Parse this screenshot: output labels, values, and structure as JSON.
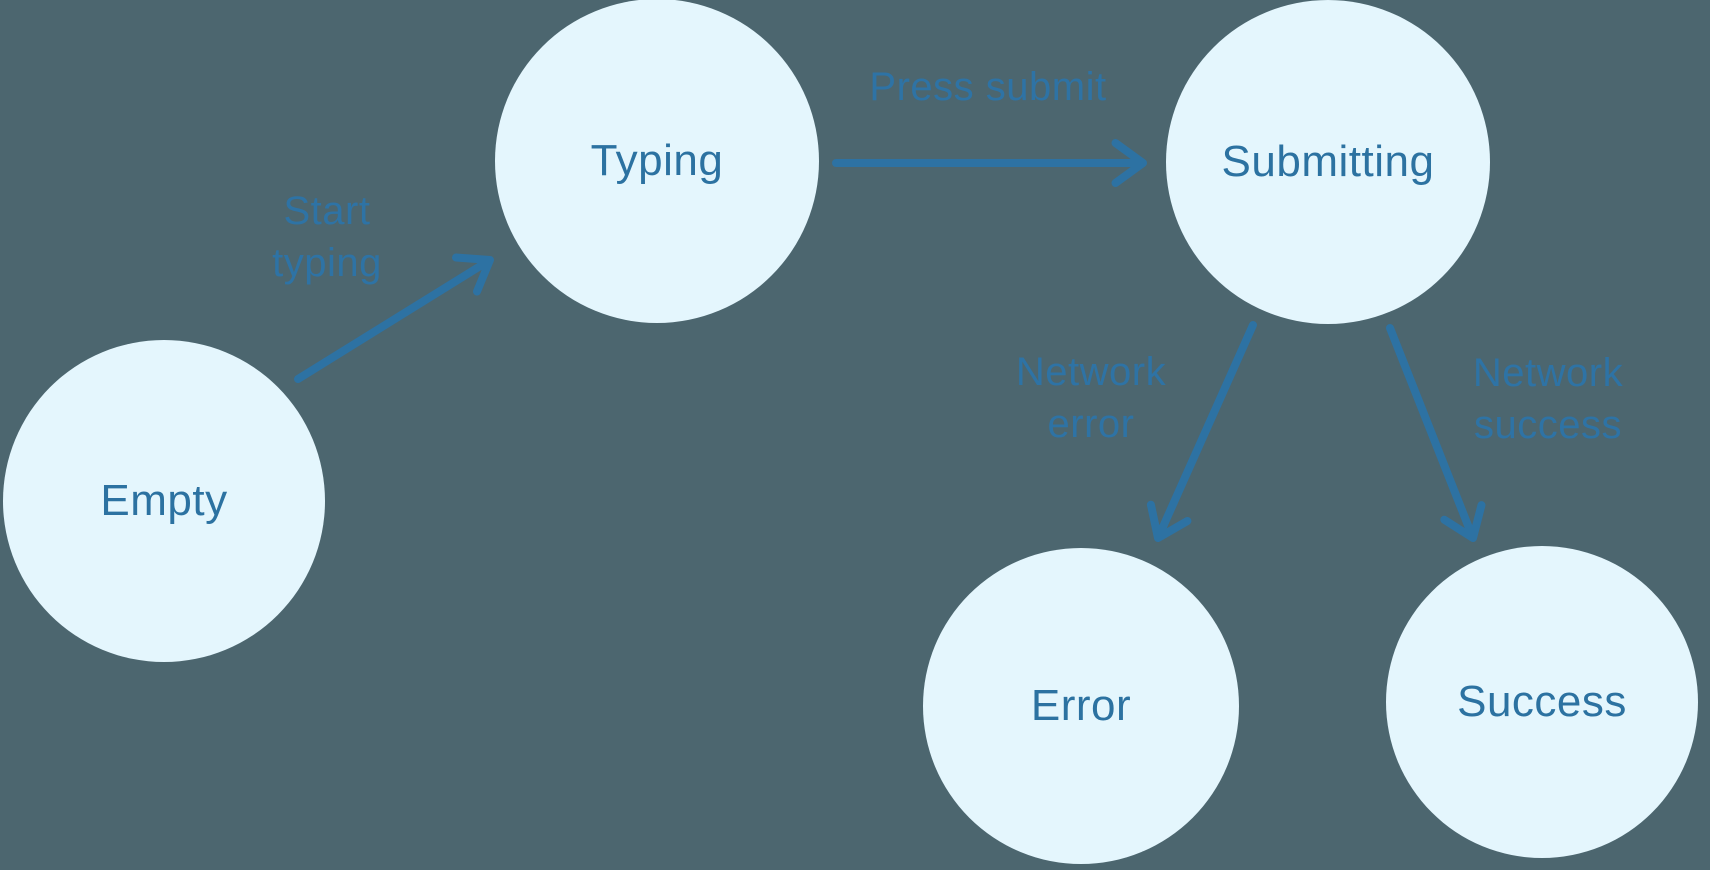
{
  "colors": {
    "background": "#4C666F",
    "node_fill": "#E4F6FD",
    "node_text": "#2C72A1",
    "edge_stroke": "#2D72A3",
    "edge_label_text": "#2E73A5"
  },
  "diagram": {
    "type": "state-machine",
    "nodes": [
      {
        "id": "empty",
        "label": "Empty"
      },
      {
        "id": "typing",
        "label": "Typing"
      },
      {
        "id": "submitting",
        "label": "Submitting"
      },
      {
        "id": "error",
        "label": "Error"
      },
      {
        "id": "success",
        "label": "Success"
      }
    ],
    "edges": [
      {
        "from": "empty",
        "to": "typing",
        "label": "Start\ntyping"
      },
      {
        "from": "typing",
        "to": "submitting",
        "label": "Press submit"
      },
      {
        "from": "submitting",
        "to": "error",
        "label": "Network\nerror"
      },
      {
        "from": "submitting",
        "to": "success",
        "label": "Network\nsuccess"
      }
    ]
  }
}
